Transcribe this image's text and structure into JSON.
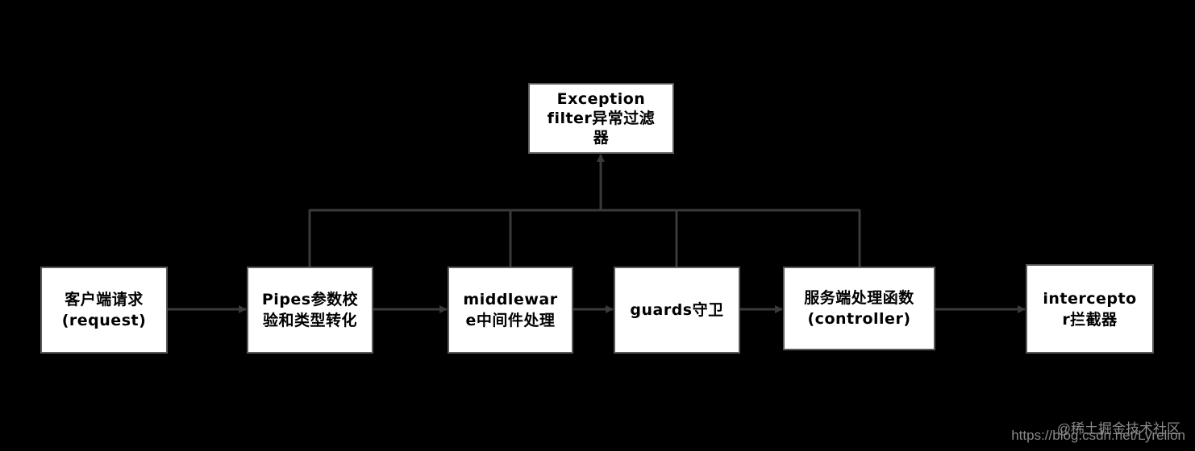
{
  "colors": {
    "background": "#000000",
    "box_fill": "#ffffff",
    "box_border": "#5a5a5a",
    "connector": "#3a3a3a",
    "text": "#000000",
    "watermark": "#8a8a8a"
  },
  "nodes": [
    {
      "id": "client-request",
      "lines": [
        "客户端请求",
        "(request)"
      ]
    },
    {
      "id": "pipes",
      "lines": [
        "Pipes参数校",
        "验和类型转化"
      ]
    },
    {
      "id": "middleware",
      "lines": [
        "middlewar",
        "e中间件处理"
      ]
    },
    {
      "id": "guards",
      "lines": [
        "guards守卫"
      ]
    },
    {
      "id": "controller",
      "lines": [
        "服务端处理函数",
        "(controller)"
      ]
    },
    {
      "id": "interceptor",
      "lines": [
        "intercepto",
        "r拦截器"
      ]
    },
    {
      "id": "exception-filter",
      "lines": [
        "Exception",
        "filter异常过滤",
        "器"
      ]
    }
  ],
  "edges": [
    {
      "from": "client-request",
      "to": "pipes"
    },
    {
      "from": "pipes",
      "to": "middleware"
    },
    {
      "from": "middleware",
      "to": "guards"
    },
    {
      "from": "guards",
      "to": "controller"
    },
    {
      "from": "controller",
      "to": "interceptor"
    },
    {
      "from": [
        "pipes",
        "middleware",
        "guards",
        "controller"
      ],
      "to": "exception-filter"
    }
  ],
  "watermark": {
    "line1": "@稀土掘金技术社区",
    "line2": "https://blog.csdn.net/Lyrelion"
  }
}
